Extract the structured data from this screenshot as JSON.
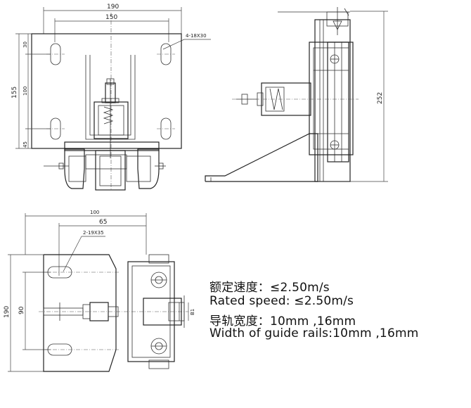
{
  "top_left_view": {
    "dims": {
      "overall_width": "190",
      "hole_spacing_width": "150",
      "slot_callout": "4-18X30",
      "height_total": "155",
      "height_upper": "30",
      "height_mid": "100",
      "height_lower": "45"
    }
  },
  "side_view": {
    "dims": {
      "height": "252"
    }
  },
  "bottom_view": {
    "dims": {
      "overall_width": "100",
      "offset": "65",
      "slot_callout": "2-19X35",
      "height_total": "190",
      "hole_spacing": "90",
      "gap_label": "B1"
    }
  },
  "specs": [
    "额定速度：≤2.50m/s",
    "Rated speed: ≤2.50m/s",
    "导轨宽度：10mm ,16mm",
    "Width of guide rails:10mm ,16mm"
  ]
}
